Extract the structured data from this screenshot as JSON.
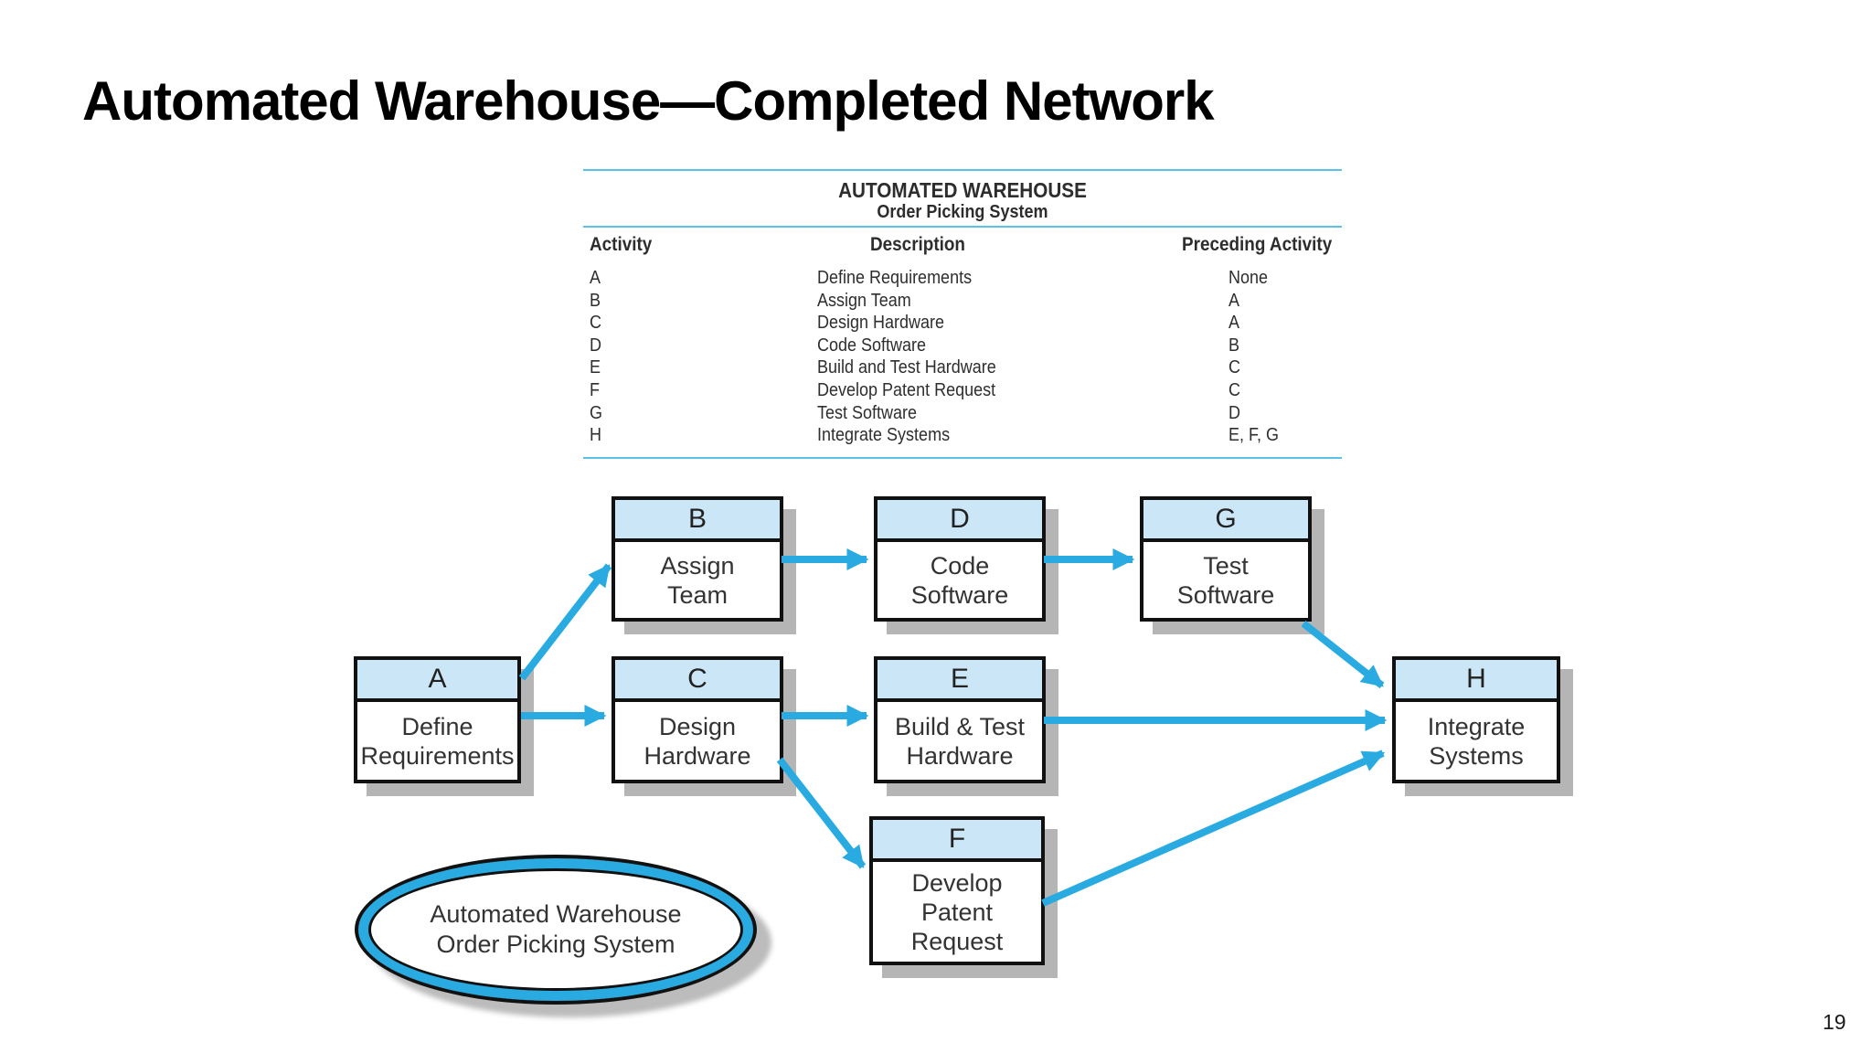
{
  "slide": {
    "title": "Automated Warehouse—Completed Network",
    "page_number": "19"
  },
  "table": {
    "header_line1": "AUTOMATED WAREHOUSE",
    "header_line2": "Order Picking System",
    "columns": {
      "activity": "Activity",
      "description": "Description",
      "preceding": "Preceding Activity"
    },
    "rows": [
      {
        "activity": "A",
        "description": "Define Requirements",
        "preceding": "None"
      },
      {
        "activity": "B",
        "description": "Assign Team",
        "preceding": "A"
      },
      {
        "activity": "C",
        "description": "Design Hardware",
        "preceding": "A"
      },
      {
        "activity": "D",
        "description": "Code Software",
        "preceding": "B"
      },
      {
        "activity": "E",
        "description": "Build and Test Hardware",
        "preceding": "C"
      },
      {
        "activity": "F",
        "description": "Develop Patent Request",
        "preceding": "C"
      },
      {
        "activity": "G",
        "description": "Test Software",
        "preceding": "D"
      },
      {
        "activity": "H",
        "description": "Integrate Systems",
        "preceding": "E, F, G"
      }
    ]
  },
  "diagram": {
    "nodes": {
      "A": {
        "letter": "A",
        "line1": "Define",
        "line2": "Requirements"
      },
      "B": {
        "letter": "B",
        "line1": "Assign",
        "line2": "Team"
      },
      "C": {
        "letter": "C",
        "line1": "Design",
        "line2": "Hardware"
      },
      "D": {
        "letter": "D",
        "line1": "Code",
        "line2": "Software"
      },
      "E": {
        "letter": "E",
        "line1": "Build & Test",
        "line2": "Hardware"
      },
      "F": {
        "letter": "F",
        "line1": "Develop Patent",
        "line2": "Request"
      },
      "G": {
        "letter": "G",
        "line1": "Test",
        "line2": "Software"
      },
      "H": {
        "letter": "H",
        "line1": "Integrate",
        "line2": "Systems"
      }
    },
    "edges": [
      {
        "from": "A",
        "to": "B"
      },
      {
        "from": "A",
        "to": "C"
      },
      {
        "from": "B",
        "to": "D"
      },
      {
        "from": "C",
        "to": "E"
      },
      {
        "from": "C",
        "to": "F"
      },
      {
        "from": "D",
        "to": "G"
      },
      {
        "from": "E",
        "to": "H"
      },
      {
        "from": "F",
        "to": "H"
      },
      {
        "from": "G",
        "to": "H"
      }
    ],
    "legend_ellipse": {
      "line1": "Automated Warehouse",
      "line2": "Order Picking System"
    },
    "colors": {
      "arrow": "#29abe2",
      "node_header_fill": "#cbe7f7",
      "node_border": "#111111",
      "drop_shadow": "#b5b5b5",
      "table_rule": "#5bc2e7"
    }
  }
}
